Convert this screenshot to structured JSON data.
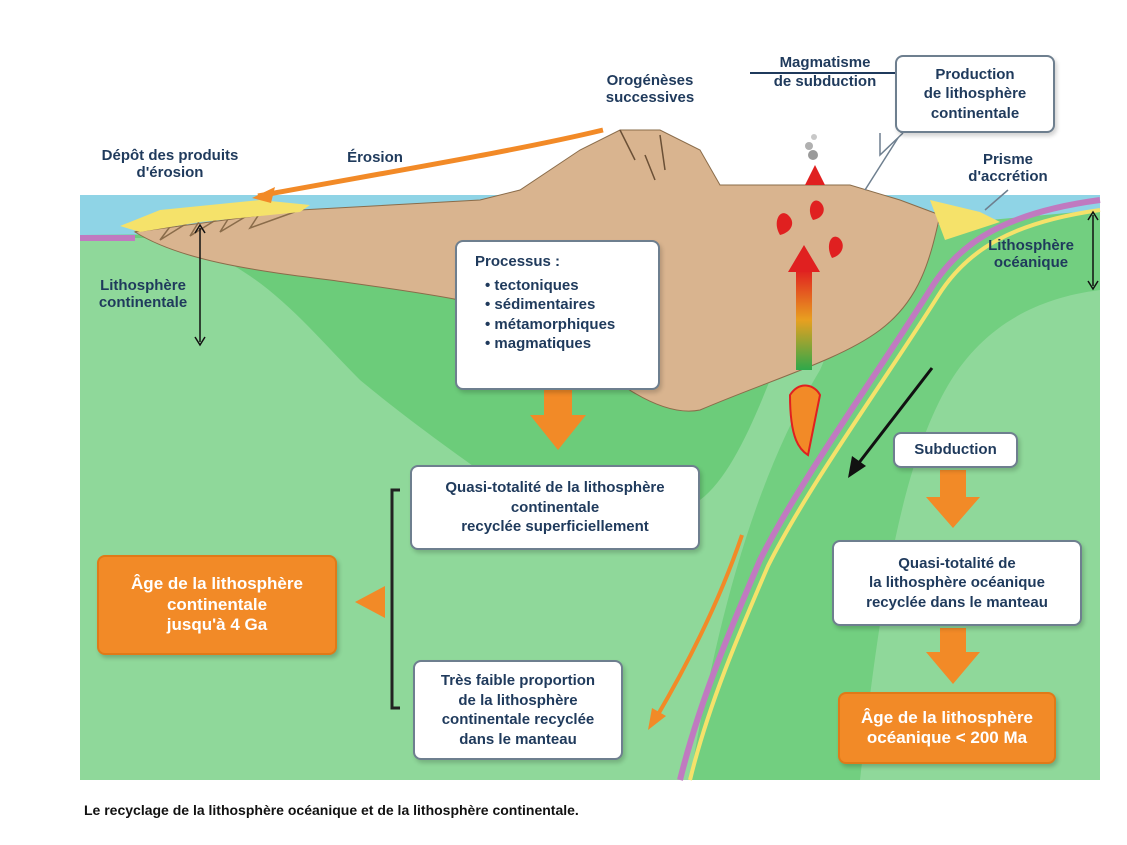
{
  "labels": {
    "orogeneses": [
      "Orogénèses",
      "successives"
    ],
    "magmatisme": [
      "Magmatisme",
      "de subduction"
    ],
    "depot": [
      "Dépôt des produits",
      "d'érosion"
    ],
    "erosion": "Érosion",
    "prisme": [
      "Prisme",
      "d'accrétion"
    ],
    "litho_cont": [
      "Lithosphère",
      "continentale"
    ],
    "litho_oce": [
      "Lithosphère",
      "océanique"
    ]
  },
  "boxes": {
    "production": [
      "Production",
      "de lithosphère",
      "continentale"
    ],
    "processus_title": "Processus :",
    "processus_items": [
      "tectoniques",
      "sédimentaires",
      "métamorphiques",
      "magmatiques"
    ],
    "quasi_cont": [
      "Quasi-totalité de la lithosphère",
      "continentale",
      "recyclée superficiellement"
    ],
    "faible": [
      "Très faible proportion",
      "de la lithosphère",
      "continentale recyclée",
      "dans le manteau"
    ],
    "subduction": "Subduction",
    "quasi_oce": [
      "Quasi-totalité de",
      "la lithosphère océanique",
      "recyclée dans le manteau"
    ],
    "age_cont": [
      "Âge de la lithosphère",
      "continentale",
      "jusqu'à 4 Ga"
    ],
    "age_oce": [
      "Âge de la lithosphère",
      "océanique < 200 Ma"
    ]
  },
  "caption": "Le recyclage de la lithosphère océanique et de la lithosphère continentale.",
  "colors": {
    "mantle": "#8fd89a",
    "lithosphere": "#6ccc7a",
    "crust": "#d9b48f",
    "sea": "#8fd4e6",
    "sediment": "#f5e26a",
    "slab_edge": "#c07ac0",
    "arrow_orange": "#f28a27",
    "text": "#1f3a5c"
  }
}
